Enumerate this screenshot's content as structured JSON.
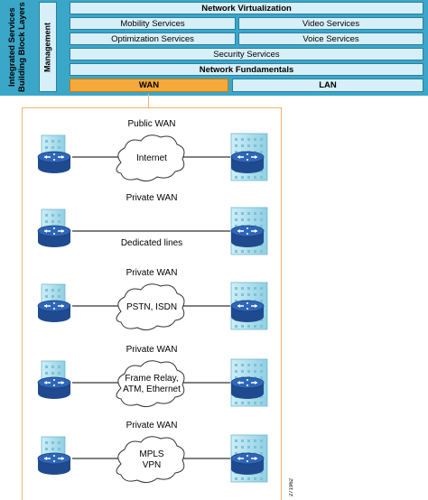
{
  "layers_panel": {
    "title": "Integrated Services Building Block Layers",
    "management_label": "Management",
    "network_virtualization": "Network Virtualization",
    "mobility_services": "Mobility Services",
    "video_services": "Video Services",
    "optimization_services": "Optimization  Services",
    "voice_services": "Voice Services",
    "security_services": "Security Services",
    "network_fundamentals": "Network Fundamentals",
    "wan": "WAN",
    "lan": "LAN"
  },
  "wan_types": [
    {
      "heading": "Public WAN",
      "cloud_label": "Internet",
      "line_label": ""
    },
    {
      "heading": "Private WAN",
      "cloud_label": "",
      "line_label": "Dedicated lines"
    },
    {
      "heading": "Private WAN",
      "cloud_label": "PSTN, ISDN",
      "line_label": ""
    },
    {
      "heading": "Private WAN",
      "cloud_label": "Frame Relay,\nATM, Ethernet",
      "line_label": ""
    },
    {
      "heading": "Private WAN",
      "cloud_label": "MPLS\nVPN",
      "line_label": ""
    }
  ],
  "figure_id": "271962",
  "colors": {
    "panel": "#3aa7c9",
    "cell": "#d7eff8",
    "wan_highlight": "#f6a93b",
    "router": "#2b5aa6",
    "building": "#a9dbea"
  }
}
